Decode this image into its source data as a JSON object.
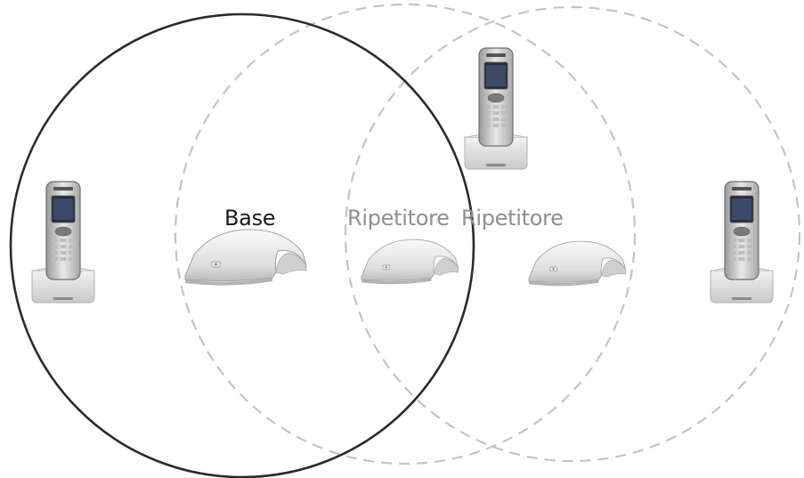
{
  "labels": {
    "base": "Base",
    "repeater_1": "Ripetitore",
    "repeater_2": "Ripetitore"
  },
  "colors": {
    "base_range": "#2b2b2b",
    "repeater_range": "#c4c4c4",
    "base_label": "#1a1a1a",
    "repeater_label": "#8f8f8f"
  },
  "icons": {
    "handset": "cordless-handset-icon",
    "base_station": "dect-base-station-icon",
    "repeater": "dect-repeater-icon"
  }
}
